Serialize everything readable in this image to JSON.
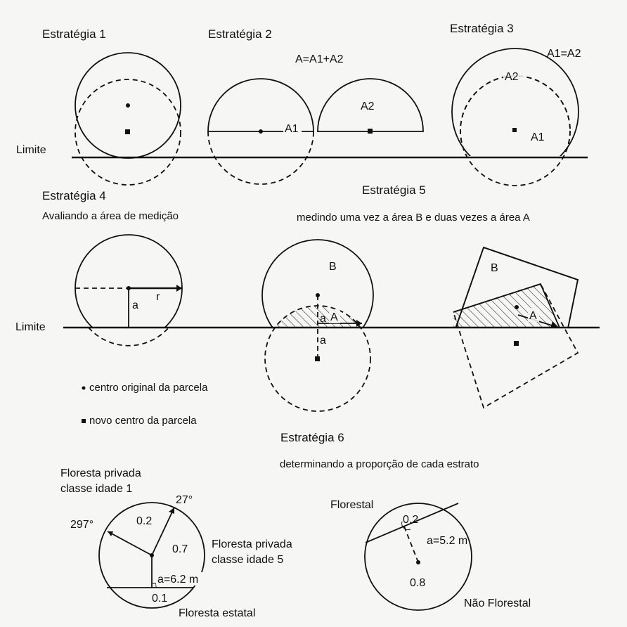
{
  "strategies": {
    "s1": {
      "title": "Estratégia 1",
      "boundary_label": "Limite"
    },
    "s2": {
      "title": "Estratégia 2",
      "formula": "A=A1+A2",
      "area_a1": "A1",
      "area_a2": "A2"
    },
    "s3": {
      "title": "Estratégia 3",
      "formula": "A1=A2",
      "area_a1": "A1",
      "area_a2": "A2"
    },
    "s4": {
      "title": "Estratégia 4",
      "subtitle": "Avaliando a área de medição",
      "boundary_label": "Limite",
      "label_a": "a",
      "label_r": "r"
    },
    "s5": {
      "title": "Estratégia 5",
      "subtitle": "medindo uma vez a área B e duas vezes a área A",
      "label_b": "B",
      "label_a_area": "A",
      "label_a": "a"
    },
    "s6": {
      "title": "Estratégia 6",
      "subtitle": "determinando a proporção de cada estrato"
    }
  },
  "legend": {
    "original_center": "centro original da parcela",
    "new_center": "novo centro da parcela"
  },
  "plot_left": {
    "top_label_line1": "Floresta privada",
    "top_label_line2": "classe idade 1",
    "angle_27": "27°",
    "angle_297": "297°",
    "p_02": "0.2",
    "p_07": "0.7",
    "p_01": "0.1",
    "dist": "a=6.2 m",
    "right_label_line1": "Floresta privada",
    "right_label_line2": "classe idade 5",
    "bottom_label": "Floresta estatal"
  },
  "plot_right": {
    "top_label": "Florestal",
    "p_02": "0.2",
    "p_08": "0.8",
    "dist": "a=5.2 m",
    "bottom_label": "Não Florestal"
  },
  "colors": {
    "ink": "#111111",
    "paper": "#f6f6f4",
    "fill": "#e2e2e2"
  }
}
